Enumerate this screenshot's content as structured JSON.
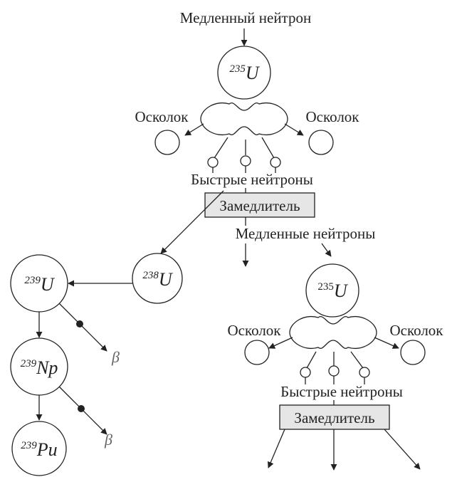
{
  "labels": {
    "slow_neutron": "Медленный нейтрон",
    "fragment": "Осколок",
    "fast_neutrons": "Быстрые нейтроны",
    "moderator": "Замедлитель",
    "slow_neutrons": "Медленные нейтроны",
    "beta": "β"
  },
  "nuclei": {
    "u235_top": {
      "mass": "235",
      "symbol": "U"
    },
    "u238": {
      "mass": "238",
      "symbol": "U"
    },
    "u239": {
      "mass": "239",
      "symbol": "U"
    },
    "np239": {
      "mass": "239",
      "symbol": "Np"
    },
    "pu239": {
      "mass": "239",
      "symbol": "Pu"
    },
    "u235_bottom": {
      "mass": "235",
      "symbol": "U"
    }
  },
  "colors": {
    "line": "#222222",
    "moderator_fill": "#e6e6e6",
    "beta_text": "#666666"
  }
}
